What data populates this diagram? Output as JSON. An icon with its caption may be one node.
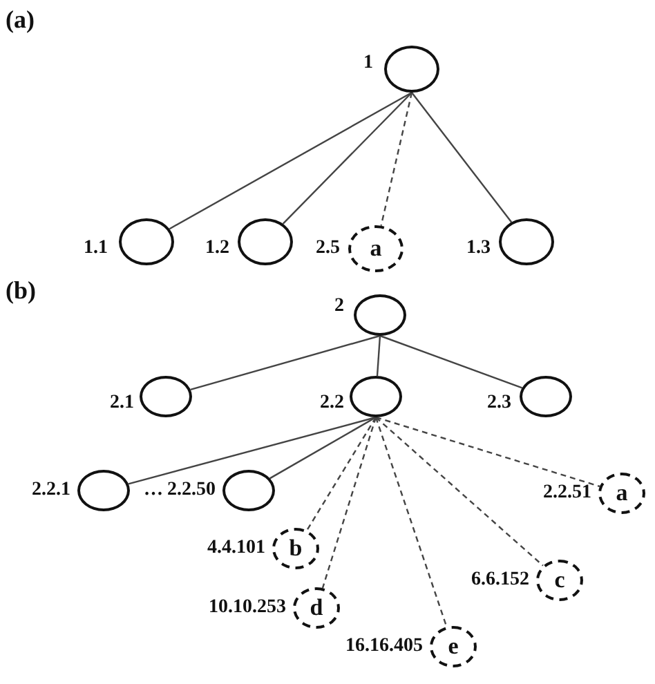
{
  "diagram": {
    "nodes": [
      {
        "text": [],
        "shape": "circle",
        "beside": [
          "1"
        ]
      },
      {
        "text": [],
        "shape": "circle",
        "beside": [
          "1.1"
        ]
      },
      {
        "text": [],
        "shape": "circle",
        "beside": [
          "1.2"
        ]
      },
      {
        "text": [
          "a"
        ],
        "beside": [
          "2.5"
        ]
      },
      {
        "text": [],
        "shape": "circle",
        "beside": [
          "1.3"
        ]
      },
      {
        "text": [],
        "shape": "circle",
        "beside": [
          "2"
        ]
      },
      {
        "text": [],
        "shape": "circle",
        "beside": [
          "2.1"
        ]
      },
      {
        "text": [],
        "shape": "circle",
        "beside": [
          "2.2"
        ]
      },
      {
        "text": [],
        "shape": "circle",
        "beside": [
          "2.3"
        ]
      },
      {
        "text": [],
        "shape": "circle",
        "beside": [
          "2.2.1"
        ]
      },
      {
        "text": [],
        "shape": "circle",
        "beside": [
          "2.2.50"
        ]
      },
      {
        "text": [
          "a"
        ],
        "beside": [
          "2.2.51"
        ]
      },
      {
        "text": [
          "b"
        ],
        "beside": [
          "4.4.101"
        ]
      },
      {
        "text": [
          "c"
        ],
        "beside": [
          "6.6.152"
        ]
      },
      {
        "text": [
          "d"
        ],
        "beside": [
          "10.10.253"
        ]
      },
      {
        "text": [
          "e"
        ],
        "beside": [
          "16.16.405"
        ]
      }
    ],
    "edges": [
      {
        "from": 0,
        "to": 1,
        "arrow": "none"
      },
      {
        "from": 0,
        "to": 2,
        "arrow": "none"
      },
      {
        "from": 0,
        "to": 3,
        "arrow": "none",
        "style": "dashed"
      },
      {
        "from": 0,
        "to": 4,
        "arrow": "none"
      },
      {
        "from": 5,
        "to": 6,
        "arrow": "none"
      },
      {
        "from": 5,
        "to": 7,
        "arrow": "none"
      },
      {
        "from": 5,
        "to": 8,
        "arrow": "none"
      },
      {
        "from": 7,
        "to": 9,
        "arrow": "none"
      },
      {
        "from": 7,
        "to": 10,
        "arrow": "none"
      },
      {
        "from": 7,
        "to": 11,
        "arrow": "none",
        "style": "dashed"
      },
      {
        "from": 7,
        "to": 12,
        "arrow": "none",
        "style": "dashed"
      },
      {
        "from": 7,
        "to": 13,
        "arrow": "none",
        "style": "dashed"
      },
      {
        "from": 7,
        "to": 14,
        "arrow": "none",
        "style": "dashed"
      },
      {
        "from": 7,
        "to": 15,
        "arrow": "none",
        "style": "dashed"
      }
    ],
    "labels": [
      "(a)",
      "(b)",
      "…"
    ]
  }
}
